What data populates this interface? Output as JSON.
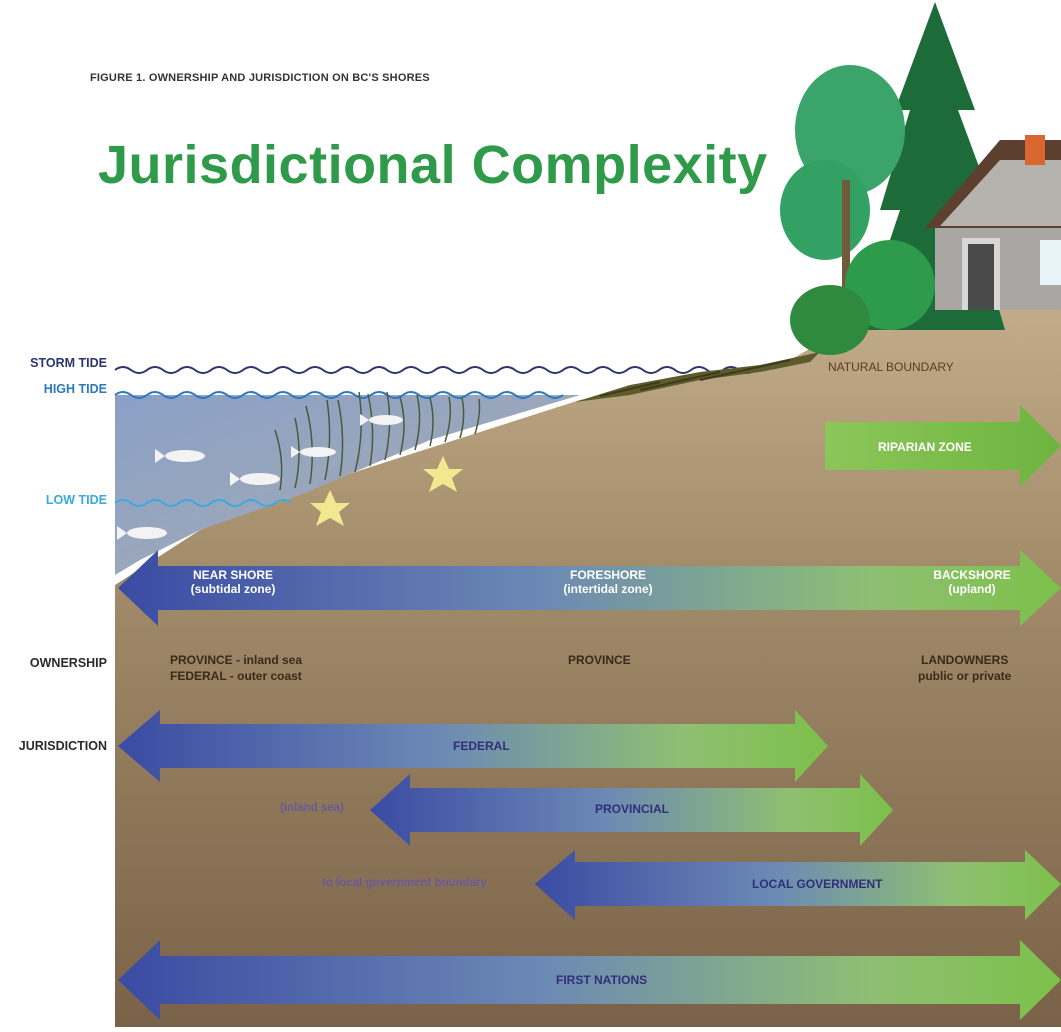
{
  "figure_caption": "FIGURE 1. OWNERSHIP AND JURISDICTION ON BC'S SHORES",
  "title": "Jurisdictional Complexity",
  "tide_labels": {
    "storm": "STORM TIDE",
    "high": "HIGH TIDE",
    "low": "LOW TIDE"
  },
  "natural_boundary": "NATURAL BOUNDARY",
  "riparian_zone": "RIPARIAN ZONE",
  "zones": {
    "near_shore": {
      "name": "NEAR SHORE",
      "sub": "(subtidal zone)"
    },
    "foreshore": {
      "name": "FORESHORE",
      "sub": "(intertidal zone)"
    },
    "backshore": {
      "name": "BACKSHORE",
      "sub": "(upland)"
    }
  },
  "row_labels": {
    "ownership": "OWNERSHIP",
    "jurisdiction": "JURISDICTION"
  },
  "ownership": {
    "near_shore_line1": "PROVINCE - inland sea",
    "near_shore_line2": "FEDERAL - outer coast",
    "foreshore": "PROVINCE",
    "backshore_line1": "LANDOWNERS",
    "backshore_line2": "public or private"
  },
  "jurisdiction_arrows": {
    "federal": "FEDERAL",
    "provincial": "PROVINCIAL",
    "provincial_note": "(inland sea)",
    "local": "LOCAL GOVERNMENT",
    "local_note": "to local government boundary",
    "first_nations": "FIRST NATIONS"
  },
  "colors": {
    "title_green": "#2e9a4a",
    "water": "#6f86b0",
    "land": "#a8926f",
    "arrow_blue": "#3a4fa3",
    "arrow_green": "#7cc04a"
  }
}
